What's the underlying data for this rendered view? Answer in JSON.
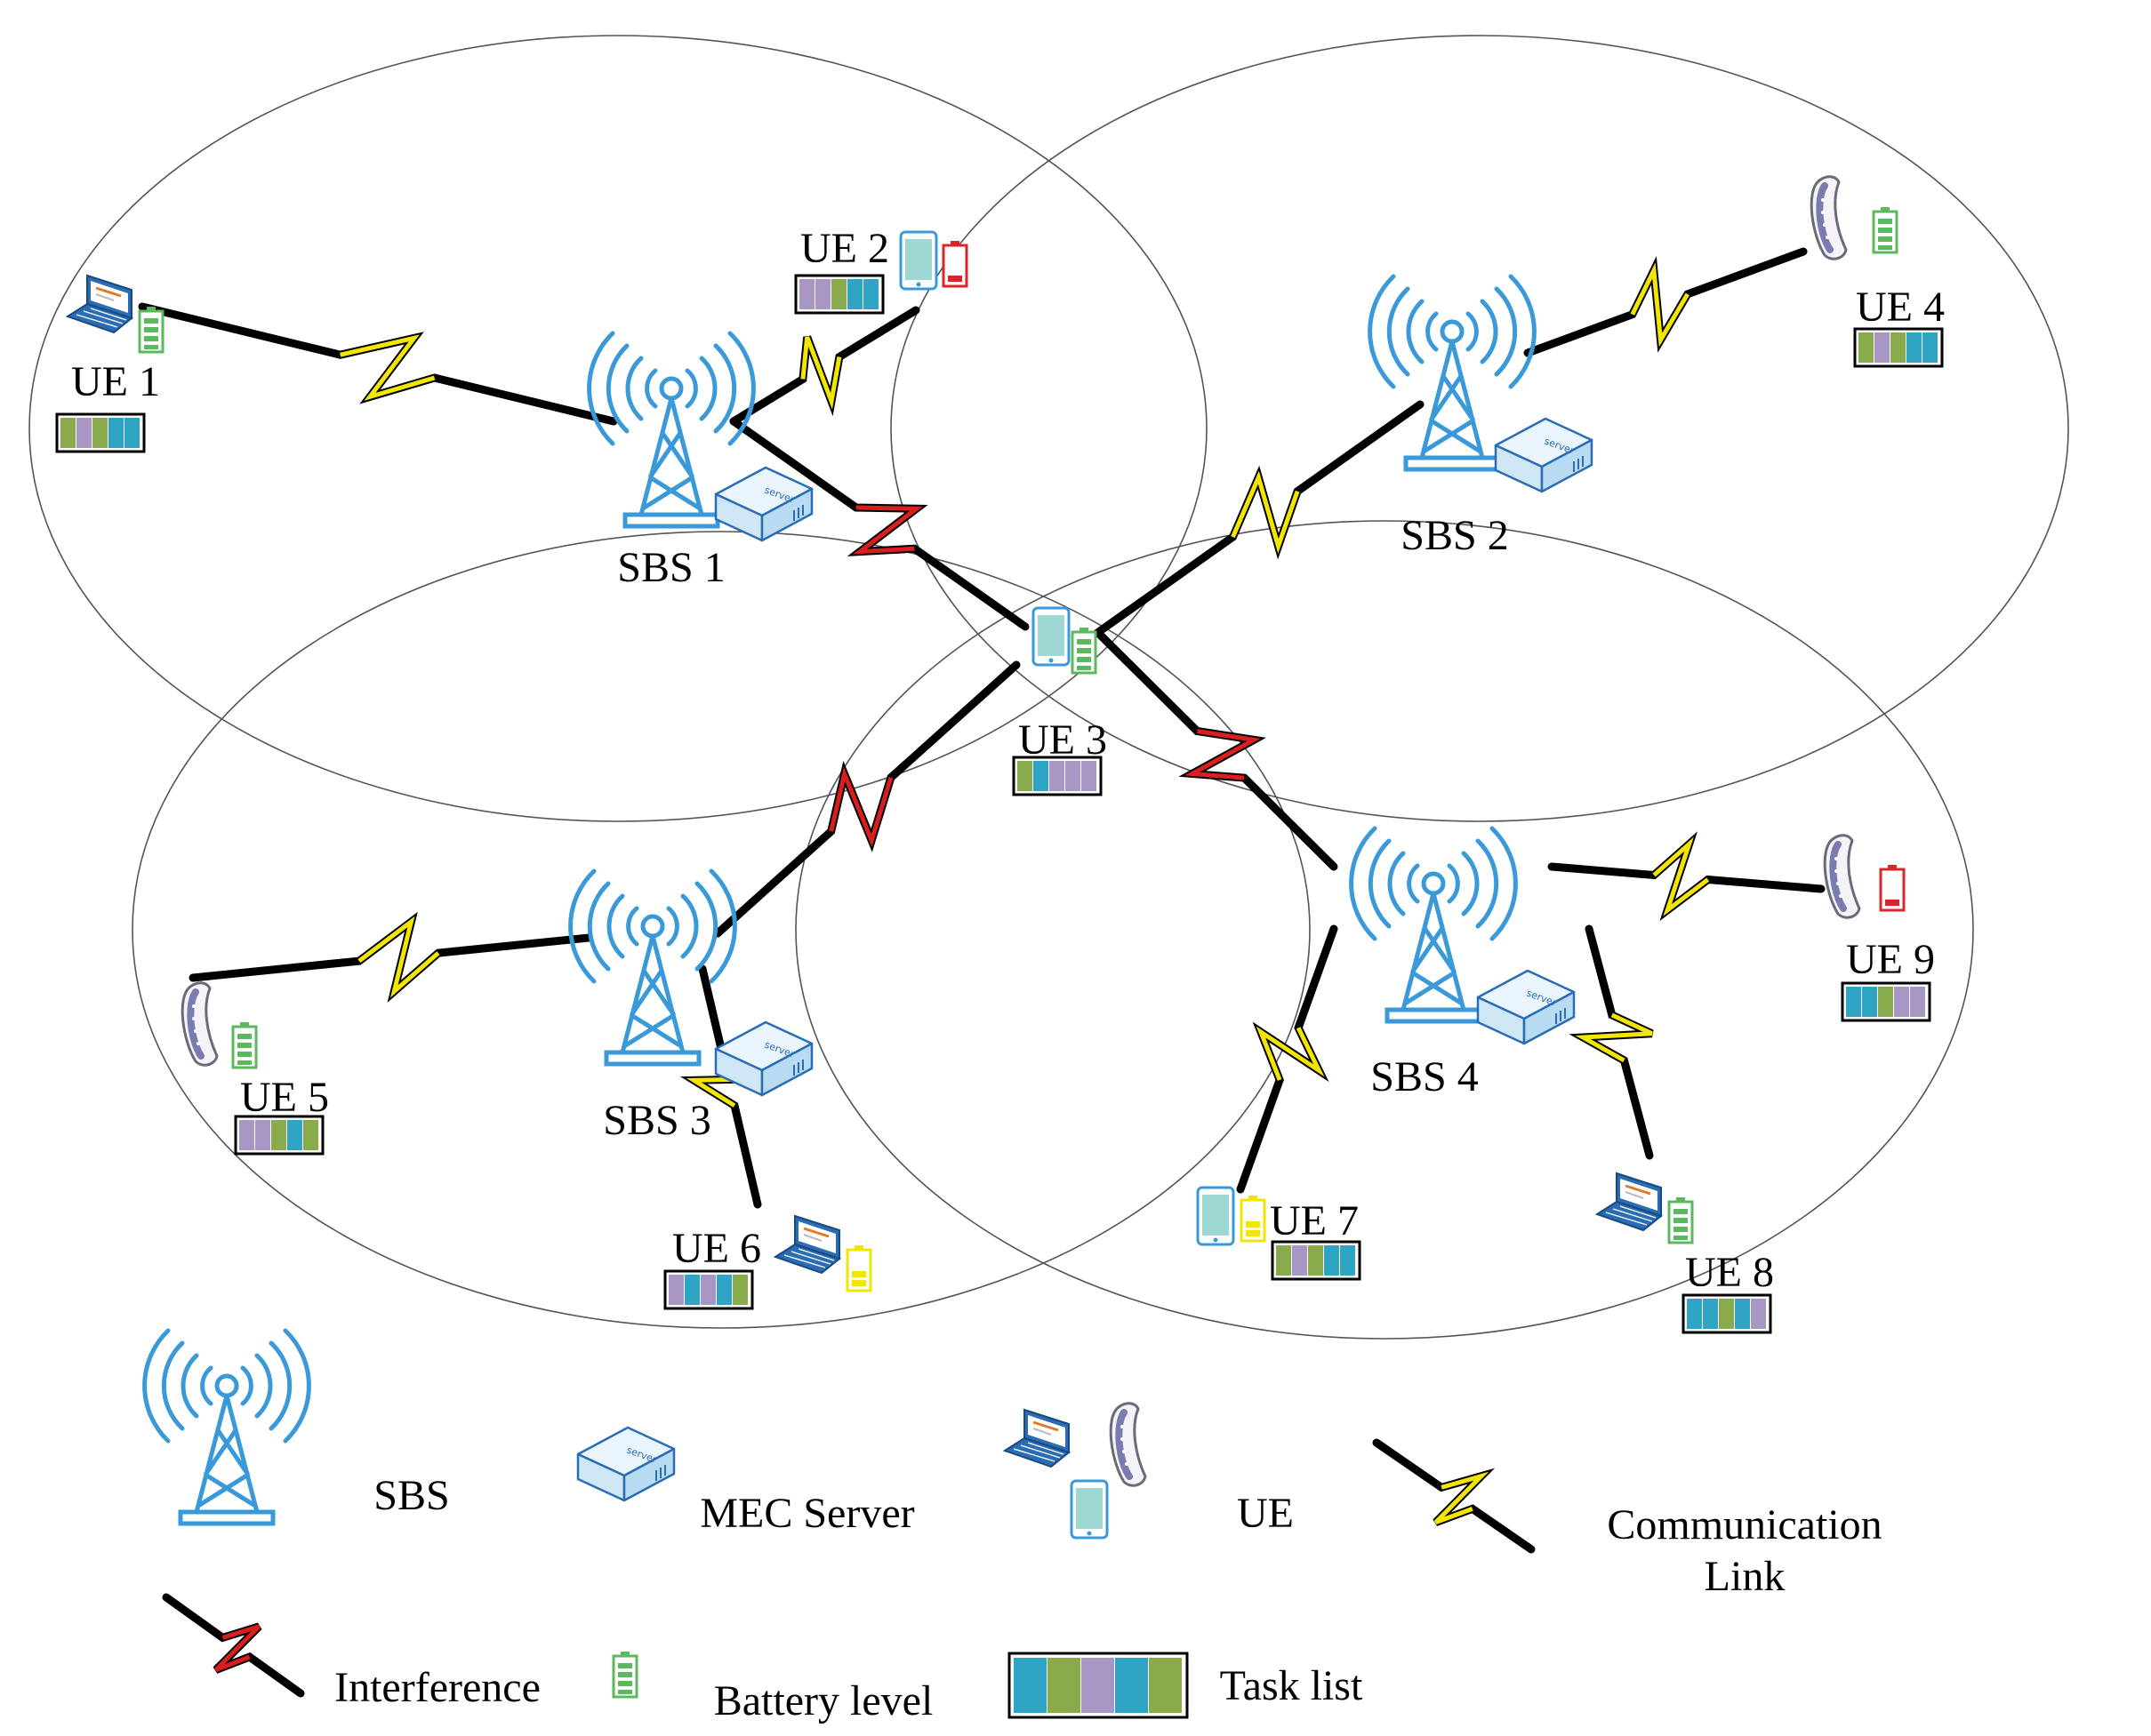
{
  "colors": {
    "tower": "#3a9ad9",
    "communication_link": "#f2e600",
    "interference": "#d91e1e",
    "battery_green": "#5cb85c",
    "battery_red": "#d9262c",
    "battery_yellow": "#f2e600",
    "task_olive": "#8aab4b",
    "task_purple": "#a897c4",
    "task_teal": "#2fa4c4",
    "phone": "#9ed8d2",
    "laptop": "#2a6db5",
    "server": "#cfe6f5"
  },
  "task_colors": {
    "O": "#8aab4b",
    "P": "#a897c4",
    "T": "#2fa4c4"
  },
  "sbs": [
    {
      "id": "sbs1",
      "label": "SBS 1"
    },
    {
      "id": "sbs2",
      "label": "SBS 2"
    },
    {
      "id": "sbs3",
      "label": "SBS 3"
    },
    {
      "id": "sbs4",
      "label": "SBS 4"
    }
  ],
  "ues": [
    {
      "id": "ue1",
      "label": "UE 1",
      "device": "laptop",
      "battery": "green",
      "tasks": [
        "O",
        "P",
        "O",
        "T",
        "T"
      ]
    },
    {
      "id": "ue2",
      "label": "UE 2",
      "device": "phone",
      "battery": "red",
      "tasks": [
        "P",
        "P",
        "O",
        "T",
        "T"
      ]
    },
    {
      "id": "ue3",
      "label": "UE 3",
      "device": "phone",
      "battery": "green",
      "tasks": [
        "O",
        "T",
        "P",
        "P",
        "P"
      ]
    },
    {
      "id": "ue4",
      "label": "UE 4",
      "device": "wearable",
      "battery": "green",
      "tasks": [
        "O",
        "P",
        "O",
        "T",
        "T"
      ]
    },
    {
      "id": "ue5",
      "label": "UE 5",
      "device": "wearable",
      "battery": "green",
      "tasks": [
        "P",
        "P",
        "O",
        "T",
        "O"
      ]
    },
    {
      "id": "ue6",
      "label": "UE 6",
      "device": "laptop",
      "battery": "yellow",
      "tasks": [
        "P",
        "T",
        "P",
        "T",
        "O"
      ]
    },
    {
      "id": "ue7",
      "label": "UE 7",
      "device": "phone",
      "battery": "yellow",
      "tasks": [
        "O",
        "P",
        "O",
        "T",
        "T"
      ]
    },
    {
      "id": "ue8",
      "label": "UE 8",
      "device": "laptop",
      "battery": "green",
      "tasks": [
        "T",
        "T",
        "O",
        "T",
        "P"
      ]
    },
    {
      "id": "ue9",
      "label": "UE 9",
      "device": "wearable",
      "battery": "red",
      "tasks": [
        "T",
        "T",
        "O",
        "P",
        "P"
      ]
    }
  ],
  "links": [
    {
      "from": "ue1",
      "to": "sbs1",
      "kind": "communication"
    },
    {
      "from": "ue2",
      "to": "sbs1",
      "kind": "communication"
    },
    {
      "from": "sbs1",
      "to": "ue3",
      "kind": "interference"
    },
    {
      "from": "ue3",
      "to": "sbs2",
      "kind": "communication"
    },
    {
      "from": "ue4",
      "to": "sbs2",
      "kind": "communication"
    },
    {
      "from": "ue3",
      "to": "sbs3",
      "kind": "interference"
    },
    {
      "from": "ue3",
      "to": "sbs4",
      "kind": "interference"
    },
    {
      "from": "ue5",
      "to": "sbs3",
      "kind": "communication"
    },
    {
      "from": "ue6",
      "to": "sbs3",
      "kind": "communication"
    },
    {
      "from": "ue7",
      "to": "sbs4",
      "kind": "communication"
    },
    {
      "from": "ue8",
      "to": "sbs4",
      "kind": "communication"
    },
    {
      "from": "ue9",
      "to": "sbs4",
      "kind": "communication"
    }
  ],
  "legend": {
    "sbs": "SBS",
    "mec_server": "MEC Server",
    "ue": "UE",
    "communication_line1": "Communication",
    "communication_line2": "Link",
    "interference": "Interference",
    "battery": "Battery level",
    "task_list": "Task list",
    "task_list_sample": [
      "T",
      "O",
      "P",
      "T",
      "O"
    ]
  },
  "server_text": "server"
}
